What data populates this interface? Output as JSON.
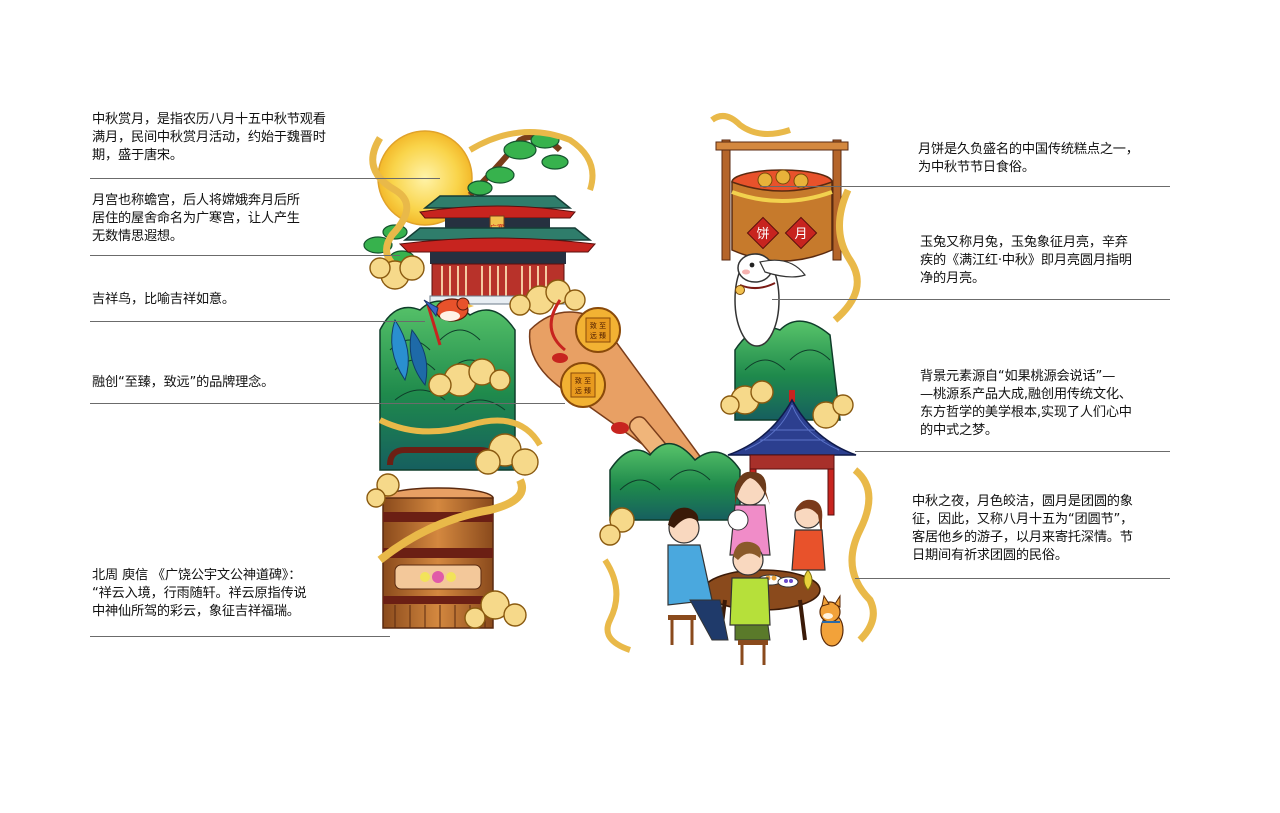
{
  "theme": {
    "background": "#ffffff",
    "text_color": "#111111",
    "rule_color": "#6b6b6b",
    "gold": "#f2c14e",
    "cloud": "#f6d98a",
    "green": "#1f8a4c",
    "teal": "#1c6b6f",
    "red": "#c7241f",
    "wood": "#b5652a",
    "blue_roof": "#2c3f8f"
  },
  "illustration": {
    "shape": "Letter N composed of Mid-Autumn themed elements",
    "elements": [
      {
        "name": "full-moon",
        "label": ""
      },
      {
        "name": "guanghan-palace",
        "label": "广寒宫"
      },
      {
        "name": "pine-trees",
        "label": ""
      },
      {
        "name": "auspicious-bird",
        "label": ""
      },
      {
        "name": "auspicious-clouds",
        "label": ""
      },
      {
        "name": "green-mountains",
        "label": ""
      },
      {
        "name": "food-box",
        "label": ""
      },
      {
        "name": "mooncakes-on-scoop",
        "label": "致臻 至远"
      },
      {
        "name": "mooncake-bucket-sign",
        "label_left": "饼",
        "label_right": "月"
      },
      {
        "name": "jade-rabbit",
        "label": ""
      },
      {
        "name": "blue-pavilion",
        "label": ""
      },
      {
        "name": "family-reunion-table",
        "label": ""
      },
      {
        "name": "shiba-dog",
        "label": ""
      }
    ]
  },
  "annotations": {
    "left": [
      {
        "id": "moon-viewing",
        "lines": [
          "中秋赏月，是指农历八月十五中秋节观看",
          "满月，民间中秋赏月活动，约始于魏晋时",
          "期，盛于唐宋。"
        ]
      },
      {
        "id": "moon-palace",
        "lines": [
          "月宫也称蟾宫，后人将嫦娥奔月后所",
          "居住的屋舍命名为广寒宫，让人产生",
          "无数情思遐想。"
        ]
      },
      {
        "id": "lucky-bird",
        "lines": [
          "吉祥鸟，比喻吉祥如意。"
        ]
      },
      {
        "id": "brand-concept",
        "lines": [
          "融创“至臻，致远”的品牌理念。"
        ]
      },
      {
        "id": "auspicious-cloud",
        "lines": [
          "北周 庾信 《广饶公宇文公神道碑》：",
          "“祥云入境，行雨随轩。祥云原指传说",
          "中神仙所驾的彩云，象征吉祥福瑞。"
        ]
      }
    ],
    "right": [
      {
        "id": "mooncake",
        "lines": [
          "月饼是久负盛名的中国传统糕点之一，",
          "为中秋节节日食俗。"
        ]
      },
      {
        "id": "jade-rabbit",
        "lines": [
          "玉兔又称月兔，玉兔象征月亮，辛弃",
          "疾的《满江红·中秋》即月亮圆月指明",
          "净的月亮。"
        ]
      },
      {
        "id": "background-elements",
        "lines": [
          "背景元素源自“如果桃源会说话”—",
          "—桃源系产品大成,融创用传统文化、",
          "东方哲学的美学根本,实现了人们心中",
          "的中式之梦。"
        ]
      },
      {
        "id": "reunion-night",
        "lines": [
          "中秋之夜，月色皎洁，圆月是团圆的象",
          "征，因此，又称八月十五为“团圆节”，",
          "客居他乡的游子，以月来寄托深情。节",
          "日期间有祈求团圆的民俗。"
        ]
      }
    ]
  }
}
